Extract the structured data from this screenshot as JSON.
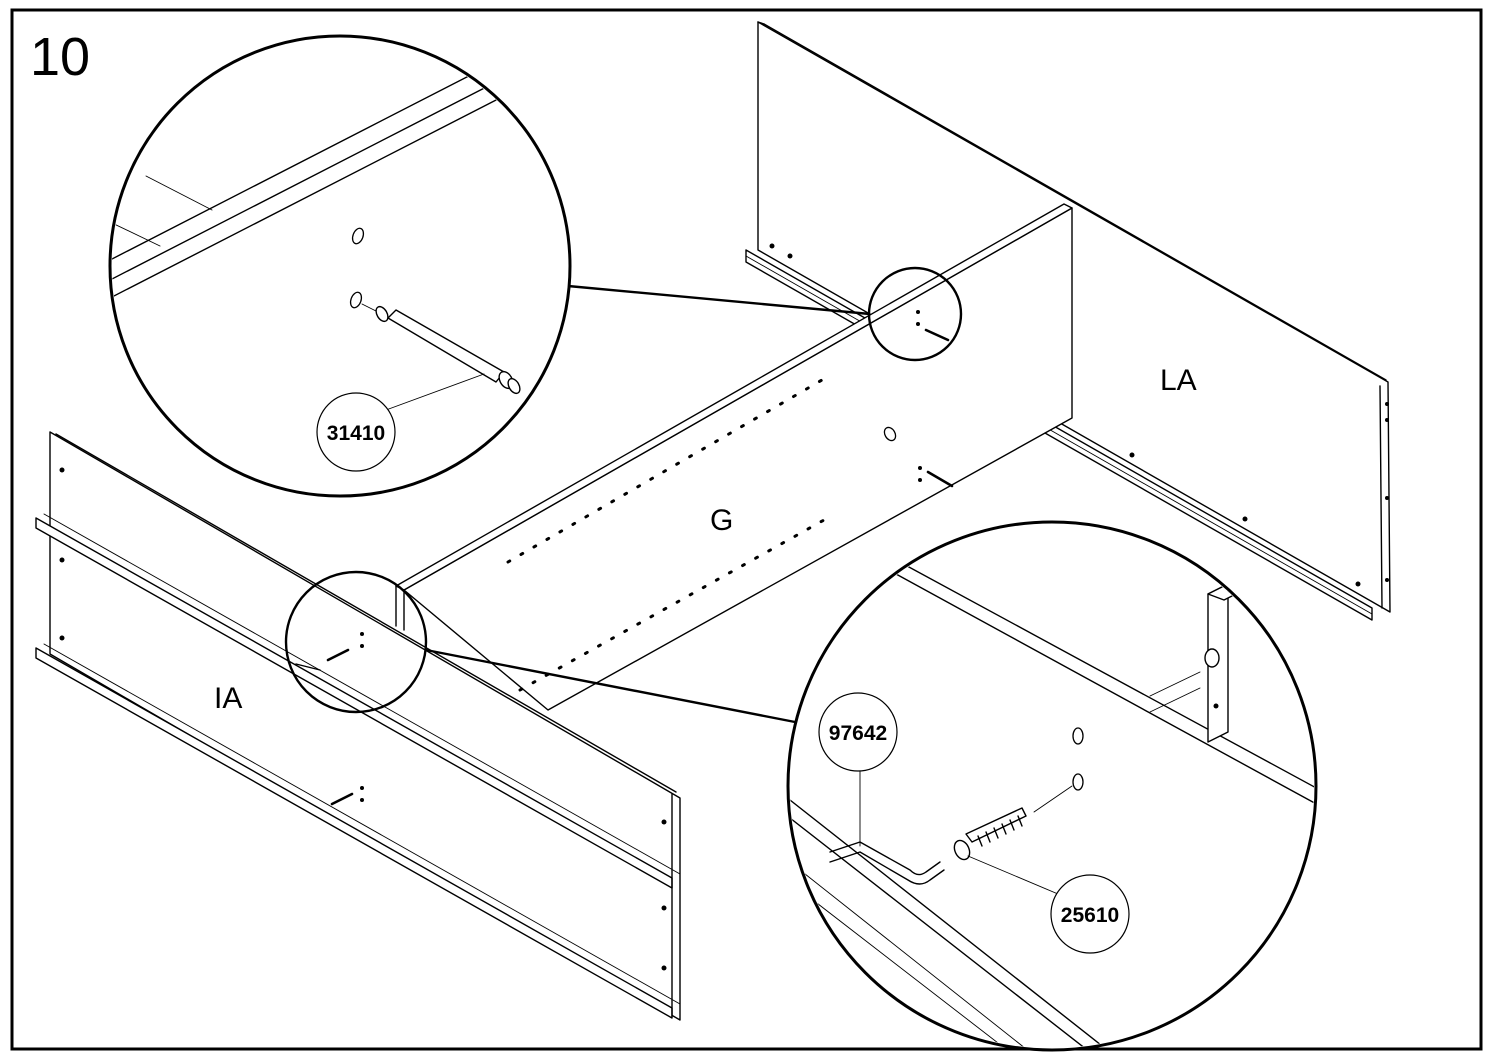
{
  "step_number": "10",
  "panel_labels": {
    "la": "LA",
    "g": "G",
    "ia": "IA"
  },
  "part_codes": {
    "dowel": "31410",
    "hook": "97642",
    "screw": "25610"
  }
}
